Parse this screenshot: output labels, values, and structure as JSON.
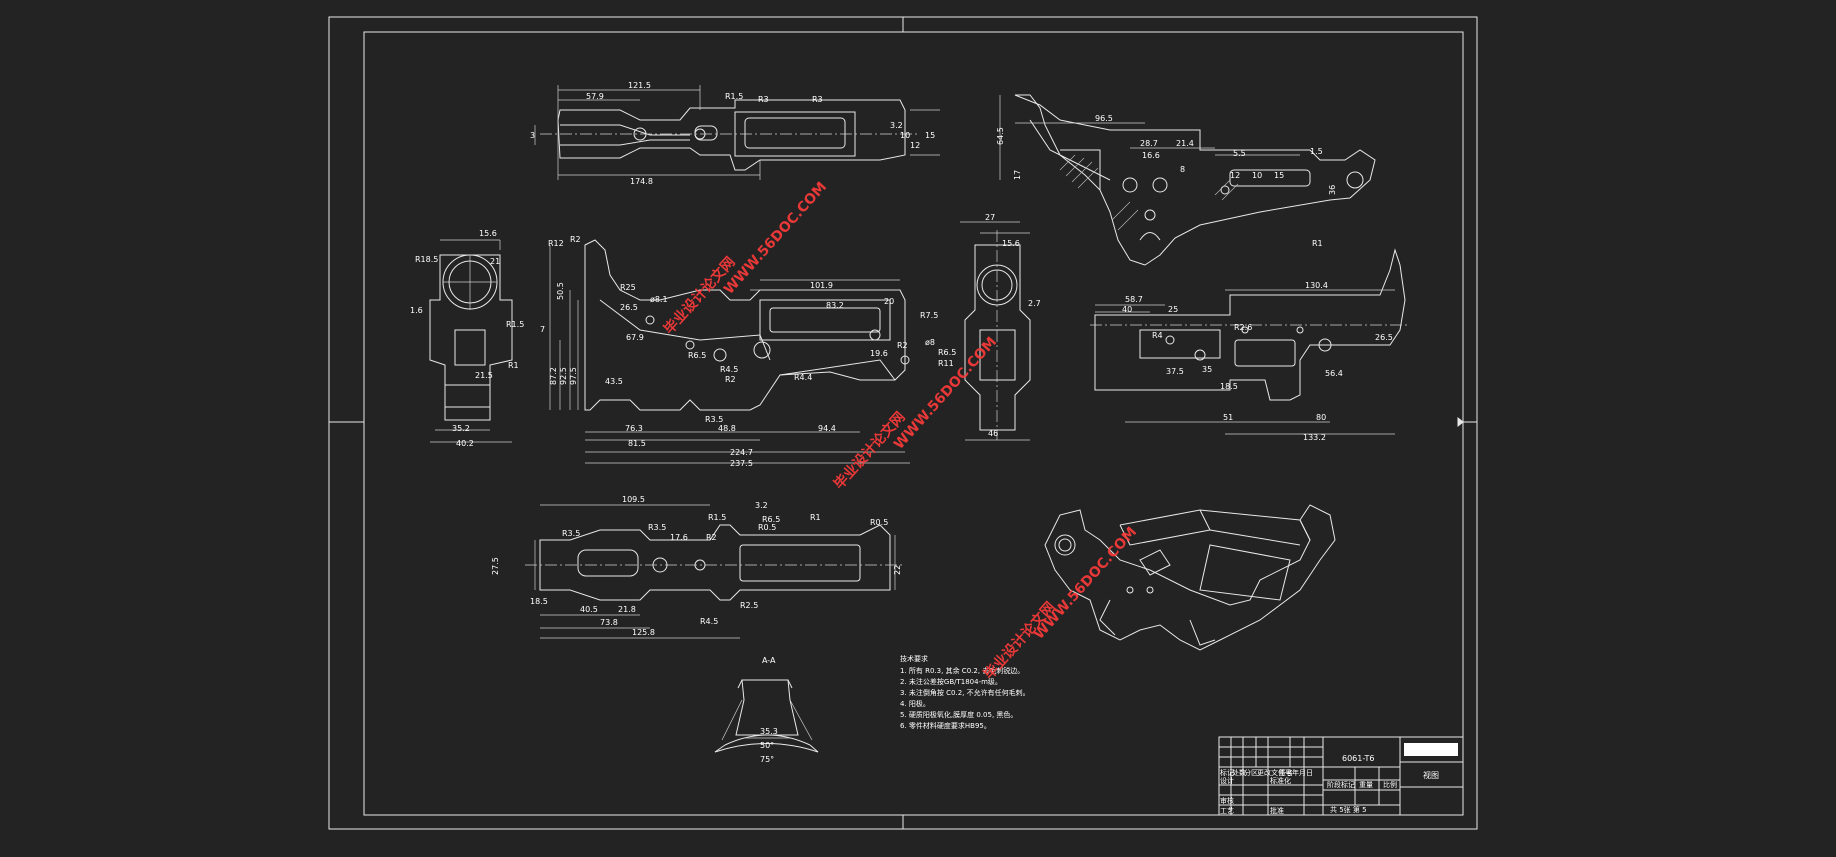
{
  "title_block": {
    "material": "6061-T6",
    "drawing_name": "视图",
    "row_headers": [
      "标记",
      "处数",
      "分区",
      "更改文件号",
      "签名",
      "年月日"
    ],
    "roles": [
      "设计",
      "审核",
      "工艺"
    ],
    "standardization": "标准化",
    "approve": "批准",
    "stage_label": "阶段标记",
    "weight_label": "重量",
    "scale_label": "比例",
    "sheet_text": "共 5张 第 5"
  },
  "tech_notes": {
    "title": "技术要求",
    "lines": [
      "1. 所有 R0.3, 其余 C0.2, 去毛刺锐边。",
      "2. 未注公差按GB/T1804-m级。",
      "3. 未注倒角按 C0.2, 不允许有任何毛刺。",
      "4. 阳极。",
      "5. 硬质阳极氧化,膜厚度 0.05, 黑色。",
      "6. 零件材料硬度要求HB95。"
    ]
  },
  "section": {
    "label": "A-A",
    "dims": [
      "35.3",
      "50°",
      "75°"
    ]
  },
  "watermarks": [
    "WWW.56DOC.COM",
    "毕业设计论文网"
  ],
  "dims": {
    "top": [
      "121.5",
      "57.9",
      "174.8",
      "R3",
      "R3",
      "R1.5",
      "3",
      "3.2",
      "10",
      "12",
      "15"
    ],
    "right_top": [
      "96.5",
      "28.7",
      "21.4",
      "16.6",
      "5.5",
      "1.5",
      "8",
      "12",
      "10",
      "15",
      "R1",
      "64.5",
      "17",
      "36"
    ],
    "left": [
      "15.6",
      "R18.5",
      "1.6",
      "21",
      "R1",
      "21.5",
      "35.2",
      "40.2",
      "R1.5",
      "7"
    ],
    "center": [
      "101.9",
      "83.2",
      "26.5",
      "67.9",
      "R6.5",
      "R4.5",
      "R2",
      "R4.4",
      "R3.5",
      "76.3",
      "81.5",
      "48.8",
      "94.4",
      "224.7",
      "237.5",
      "R7.5",
      "19.6",
      "R2",
      "50.5",
      "87.2",
      "92.5",
      "97.5",
      "R12",
      "R2",
      "ø8.1",
      "ø8",
      "R25",
      "43.5",
      "20"
    ],
    "side": [
      "27",
      "15.6",
      "46",
      "R11",
      "R6.5",
      "2.7"
    ],
    "right_mid": [
      "130.4",
      "58.7",
      "40",
      "25",
      "51",
      "80",
      "133.2",
      "26.5",
      "56.4",
      "R2.6",
      "35",
      "R4",
      "37.5",
      "18.5"
    ],
    "bottom": [
      "109.5",
      "R3.5",
      "R3.5",
      "17.6",
      "R2",
      "R0.5",
      "R1",
      "R0.5",
      "R6.5",
      "40.5",
      "21.8",
      "73.8",
      "125.8",
      "18.5",
      "R4.5",
      "R2.5",
      "22",
      "27.5",
      "3.2",
      "R1.5"
    ]
  }
}
